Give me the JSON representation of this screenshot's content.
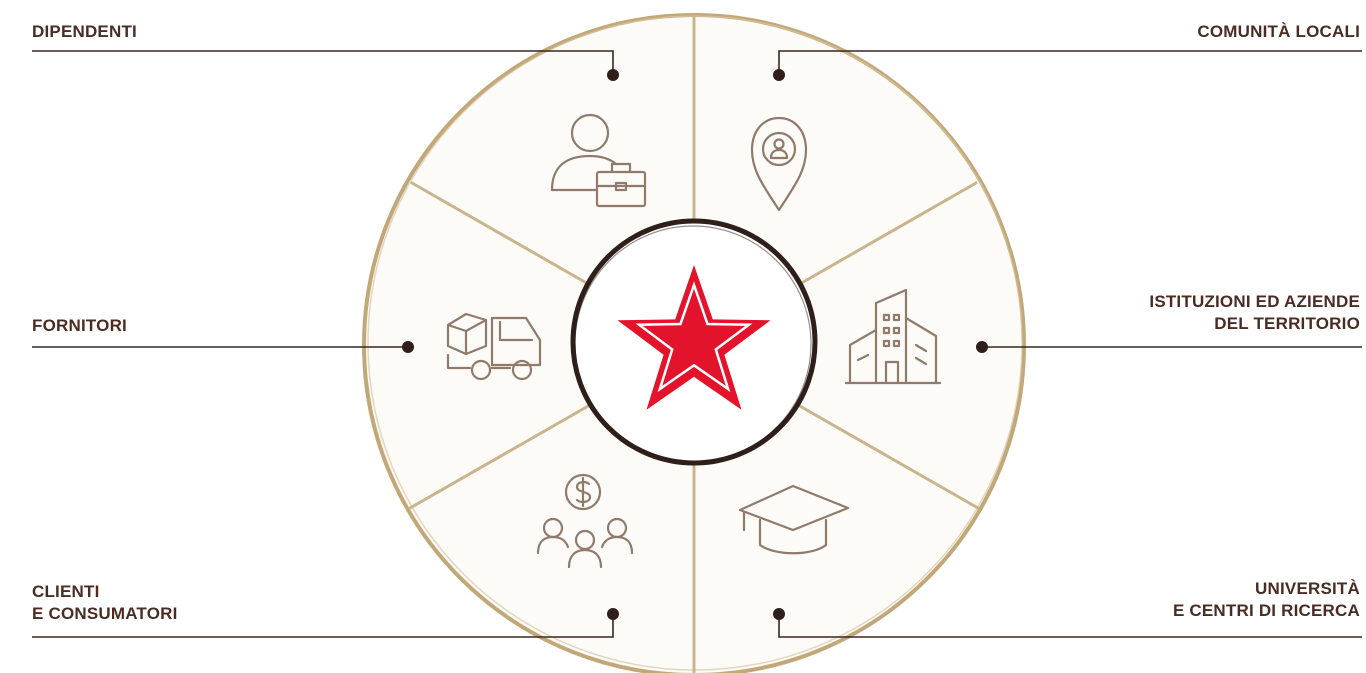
{
  "diagram": {
    "stakeholders": [
      {
        "id": "dipendenti",
        "lines": [
          "DIPENDENTI"
        ],
        "icon": "employee-briefcase-icon"
      },
      {
        "id": "comunita",
        "lines": [
          "COMUNITÀ LOCALI"
        ],
        "icon": "location-pin-person-icon"
      },
      {
        "id": "istituzioni",
        "lines": [
          "ISTITUZIONI ED AZIENDE",
          "DEL TERRITORIO"
        ],
        "icon": "buildings-icon"
      },
      {
        "id": "universita",
        "lines": [
          "UNIVERSITÀ",
          "E CENTRI DI RICERCA"
        ],
        "icon": "graduation-cap-icon"
      },
      {
        "id": "clienti",
        "lines": [
          "CLIENTI",
          "E CONSUMATORI"
        ],
        "icon": "people-dollar-icon"
      },
      {
        "id": "fornitori",
        "lines": [
          "FORNITORI"
        ],
        "icon": "delivery-truck-icon"
      }
    ],
    "center_icon": "red-star-icon"
  },
  "colors": {
    "text": "#4a2c22",
    "line": "#3b2520",
    "ring": "#c2a878",
    "sketch": "#8f7a6c",
    "center_ring": "#2e1f1a",
    "star": "#e2132a"
  }
}
